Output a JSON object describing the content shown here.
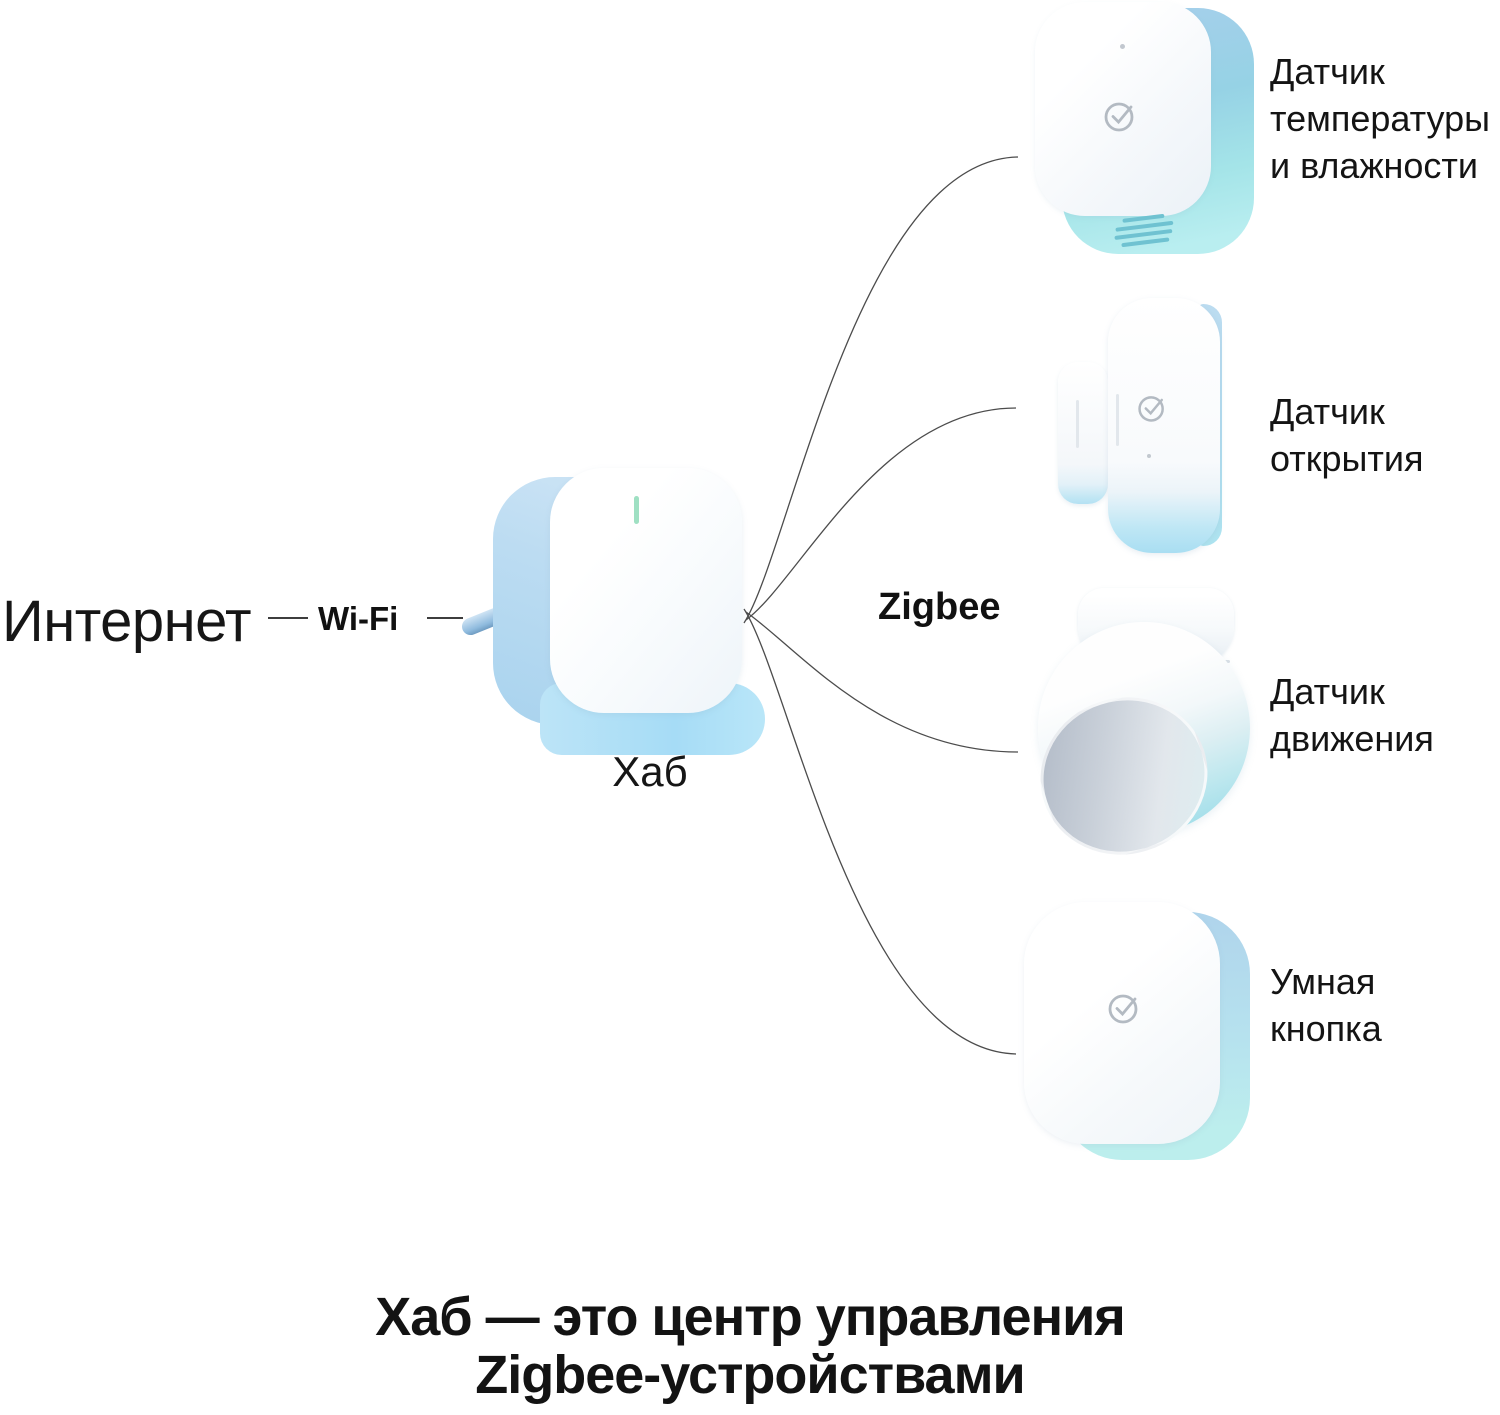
{
  "diagram": {
    "internet_label": "Интернет",
    "wifi_label": "Wi-Fi",
    "hub_label": "Хаб",
    "zigbee_label": "Zigbee",
    "devices": [
      {
        "name": "temperature-humidity-sensor",
        "label": "Датчик\nтемпературы\nи влажности"
      },
      {
        "name": "opening-sensor",
        "label": "Датчик\nоткрытия"
      },
      {
        "name": "motion-sensor",
        "label": "Датчик\nдвижения"
      },
      {
        "name": "smart-button",
        "label": "Умная\nкнопка"
      }
    ],
    "caption": "Хаб — это центр управления\nZigbee-устройствами",
    "colors": {
      "text": "#141414",
      "connector_line": "#4c4c4c",
      "device_blue": "#a9d4ef",
      "device_teal": "#aee9ec",
      "hub_led_mint": "#9fe0c3",
      "logo_gray": "#b3bac2",
      "lens_gray": "#c3cbd5"
    }
  }
}
